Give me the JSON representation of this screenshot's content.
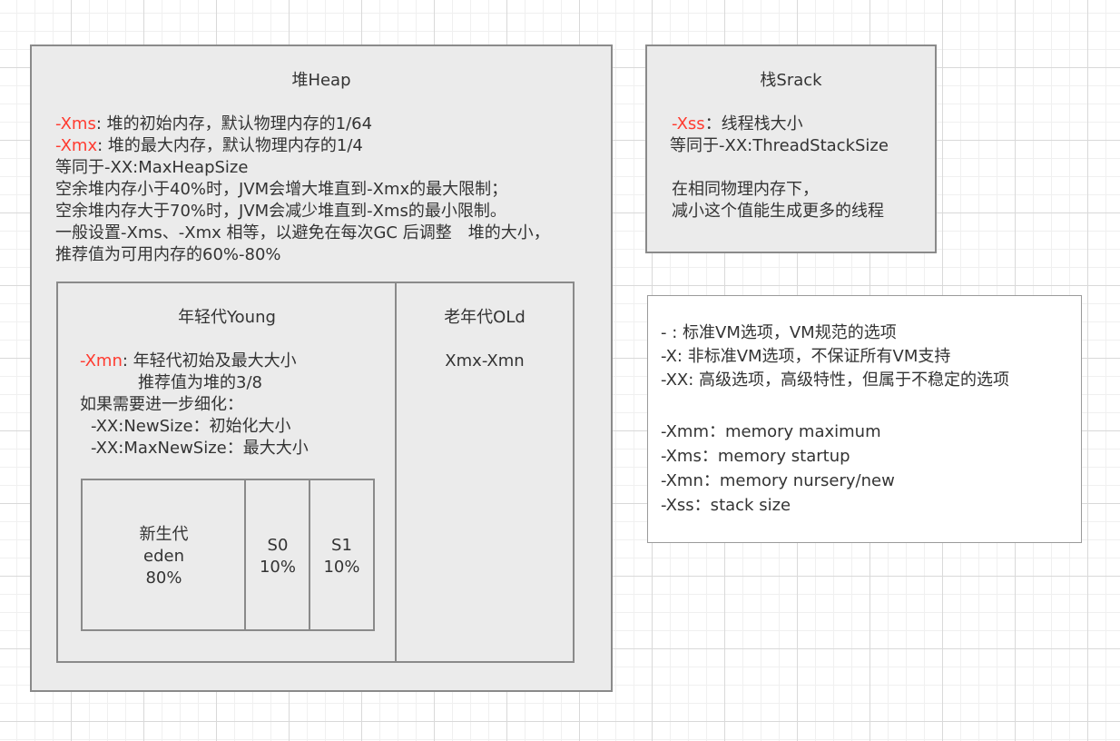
{
  "heap": {
    "title": "堆Heap",
    "xms_key": "-Xms",
    "xms_desc": ": 堆的初始内存，默认物理内存的1/64",
    "xmx_key": "-Xmx",
    "xmx_desc": ": 堆的最大内存，默认物理内存的1/4",
    "line3": "等同于-XX:MaxHeapSize",
    "line4": "空余堆内存小于40%时，JVM会增大堆直到-Xmx的最大限制；",
    "line5": "空余堆内存大于70%时，JVM会减少堆直到-Xms的最小限制。",
    "line6": "一般设置-Xms、-Xmx 相等，以避免在每次GC 后调整　堆的大小，",
    "line7": "推荐值为可用内存的60%-80%"
  },
  "young": {
    "title": "年轻代Young",
    "xmn_key": "-Xmn",
    "xmn_desc": ": 年轻代初始及最大大小",
    "line2": "推荐值为堆的3/8",
    "line3": "如果需要进一步细化：",
    "line4": "-XX:NewSize：初始化大小",
    "line5": "-XX:MaxNewSize：最大大小"
  },
  "eden": {
    "line1": "新生代",
    "line2": "eden",
    "line3": "80%"
  },
  "s0": {
    "line1": "S0",
    "line2": "10%"
  },
  "s1": {
    "line1": "S1",
    "line2": "10%"
  },
  "old": {
    "title": "老年代OLd",
    "value": "Xmx-Xmn"
  },
  "stack": {
    "title": "栈Srack",
    "xss_key": "-Xss",
    "xss_desc": "：线程栈大小",
    "line2": "等同于-XX:ThreadStackSize",
    "line3": "在相同物理内存下，",
    "line4": "减小这个值能生成更多的线程"
  },
  "legend": {
    "line1": "- : 标准VM选项，VM规范的选项",
    "line2": "-X: 非标准VM选项，不保证所有VM支持",
    "line3": "-XX: 高级选项，高级特性，但属于不稳定的选项",
    "line4": "-Xmm：memory maximum",
    "line5": "-Xms：memory startup",
    "line6": "-Xmn：memory nursery/new",
    "line7": "-Xss：stack size"
  },
  "colors": {
    "highlight": "#ff3b30",
    "box_fill": "#ebebeb",
    "box_border": "#8a8a8a"
  }
}
